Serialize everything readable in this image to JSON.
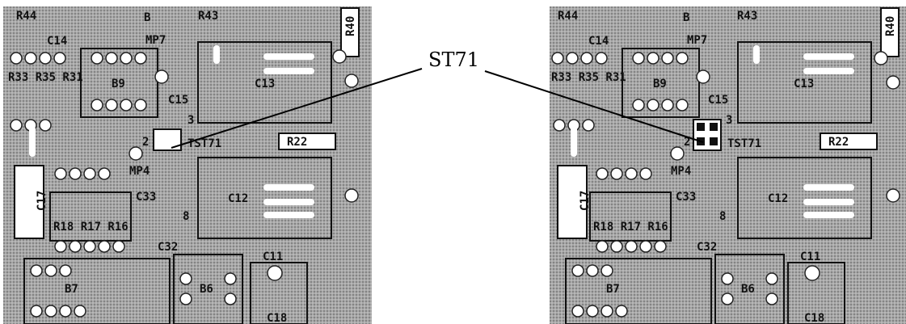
{
  "callout": {
    "text": "ST71",
    "line_color": "#000000"
  },
  "colors": {
    "board": "#9c9c9c",
    "copper": "#ffffff",
    "ink": "#111111"
  },
  "panels": [
    {
      "id": "left",
      "labels": {
        "r44": "R44",
        "b_top": "B",
        "r43": "R43",
        "r40": "R40",
        "c14": "C14",
        "mp7": "MP7",
        "c13": "C13",
        "b9": "B9",
        "r_group": "R33 R35 R31",
        "c15": "C15",
        "n3": "3",
        "n2": "2",
        "tst71": "TST71",
        "r22": "R22",
        "mp4": "MP4",
        "c17": "C17",
        "c33": "C33",
        "c12": "C12",
        "r_group2": "R18 R17 R16",
        "n8": "8",
        "c32": "C32",
        "c11": "C11",
        "b7": "B7",
        "b6": "B6",
        "c18": "C18"
      }
    },
    {
      "id": "right",
      "labels": {
        "r44": "R44",
        "b_top": "B",
        "r43": "R43",
        "r40": "R40",
        "c14": "C14",
        "mp7": "MP7",
        "c13": "C13",
        "b9": "B9",
        "r_group": "R33 R35 R31",
        "c15": "C15",
        "n3": "3",
        "n2": "2",
        "tst71": "TST71",
        "r22": "R22",
        "mp4": "MP4",
        "c17": "C17",
        "c33": "C33",
        "c12": "C12",
        "r_group2": "R18 R17 R16",
        "n8": "8",
        "c32": "C32",
        "c11": "C11",
        "b7": "B7",
        "b6": "B6",
        "c18": "C18"
      }
    }
  ]
}
